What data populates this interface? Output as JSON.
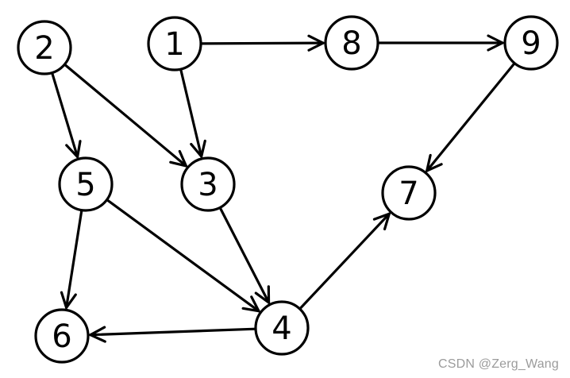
{
  "graph": {
    "nodes": [
      {
        "id": "2",
        "label": "2"
      },
      {
        "id": "1",
        "label": "1"
      },
      {
        "id": "8",
        "label": "8"
      },
      {
        "id": "9",
        "label": "9"
      },
      {
        "id": "5",
        "label": "5"
      },
      {
        "id": "3",
        "label": "3"
      },
      {
        "id": "7",
        "label": "7"
      },
      {
        "id": "6",
        "label": "6"
      },
      {
        "id": "4",
        "label": "4"
      }
    ],
    "edges": [
      {
        "from": "1",
        "to": "8"
      },
      {
        "from": "8",
        "to": "9"
      },
      {
        "from": "2",
        "to": "5"
      },
      {
        "from": "2",
        "to": "3"
      },
      {
        "from": "1",
        "to": "3"
      },
      {
        "from": "9",
        "to": "7"
      },
      {
        "from": "5",
        "to": "6"
      },
      {
        "from": "5",
        "to": "4"
      },
      {
        "from": "3",
        "to": "4"
      },
      {
        "from": "4",
        "to": "7"
      },
      {
        "from": "4",
        "to": "6"
      }
    ],
    "colors": {
      "stroke": "#000000",
      "background": "#ffffff",
      "watermark": "#9b9b9b"
    }
  },
  "watermark": {
    "text": "CSDN @Zerg_Wang"
  }
}
